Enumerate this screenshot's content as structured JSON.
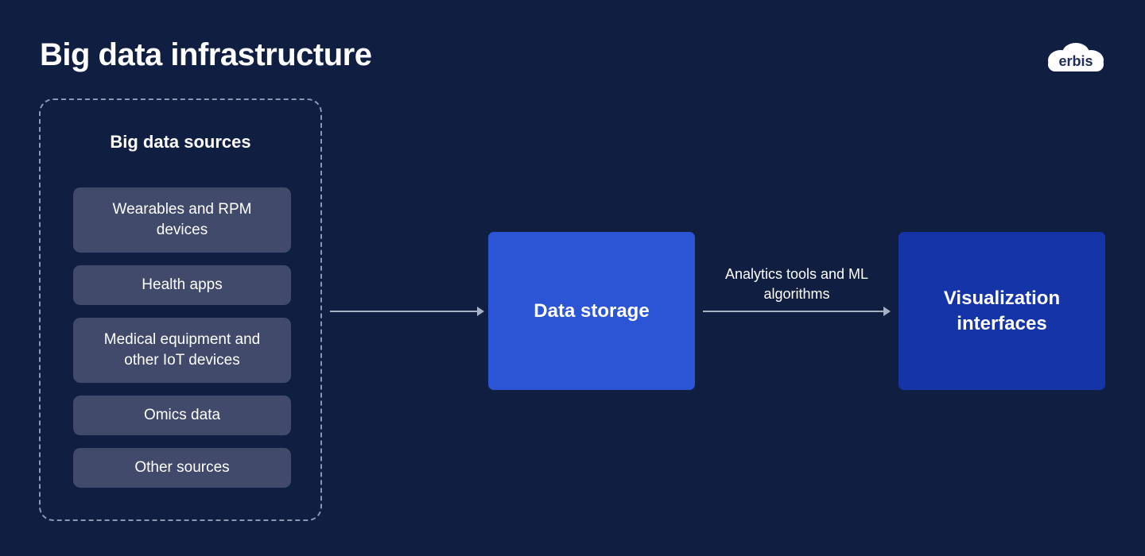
{
  "page": {
    "title": "Big data infrastructure",
    "background_color": "#101E42"
  },
  "brand": {
    "name": "erbis",
    "logo_icon": "cloud-icon",
    "logo_shape_color": "#ffffff",
    "logo_text_color": "#1F2D5C"
  },
  "sources_group": {
    "heading": "Big data sources",
    "border_style": "dashed",
    "border_color": "#8D96B2",
    "items": [
      {
        "label": "Wearables and RPM devices",
        "lines": 2
      },
      {
        "label": "Health apps",
        "lines": 1
      },
      {
        "label": "Medical equipment and other IoT devices",
        "lines": 2
      },
      {
        "label": "Omics data",
        "lines": 1
      },
      {
        "label": "Other sources",
        "lines": 1
      }
    ],
    "item_background_color": "#414A6B"
  },
  "flow": {
    "boxes": [
      {
        "label": "Data storage",
        "color": "#2B55D4"
      },
      {
        "label": "Visualization interfaces",
        "color": "#1434A8"
      }
    ],
    "arrows": [
      {
        "label": "",
        "color": "#A8AEC4"
      },
      {
        "label": "Analytics tools and ML algorithms",
        "color": "#A8AEC4"
      }
    ],
    "arrow_label_analytics": "Analytics tools and ML algorithms"
  }
}
